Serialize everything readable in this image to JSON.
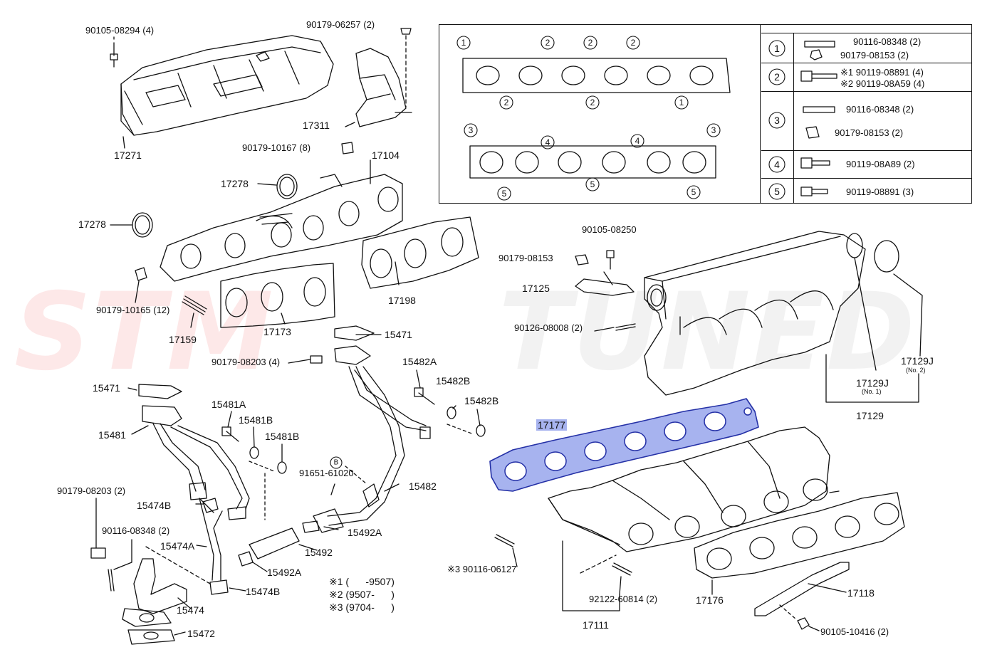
{
  "watermark": {
    "left": "STM",
    "right": "TUNED"
  },
  "highlight_color": "#a7b3ef",
  "accent_colors": {
    "line": "#111111",
    "watermark_red": "#ec5050",
    "watermark_gray": "#969696"
  },
  "key_table": {
    "gaskets_top": {
      "upper_numbers": [
        "1",
        "2",
        "2",
        "2"
      ],
      "lower_numbers": [
        "2",
        "2",
        "1"
      ]
    },
    "gaskets_bottom": {
      "upper_numbers": [
        "3",
        "4",
        "4",
        "3"
      ],
      "lower_numbers": [
        "5",
        "5",
        "5"
      ]
    },
    "rows": [
      {
        "id": "1",
        "lines": [
          "90116-08348 (2)",
          "90179-08153 (2)"
        ]
      },
      {
        "id": "2",
        "lines": [
          "※1 90119-08891 (4)",
          "※2 90119-08A59 (4)"
        ]
      },
      {
        "id": "3",
        "lines": [
          "90116-08348 (2)",
          "90179-08153 (2)"
        ]
      },
      {
        "id": "4",
        "lines": [
          "90119-08A89 (2)"
        ]
      },
      {
        "id": "5",
        "lines": [
          "90119-08891 (3)"
        ]
      }
    ]
  },
  "parts": {
    "p90105_08294": "90105-08294 (4)",
    "p90179_06257": "90179-06257 (2)",
    "p17311": "17311",
    "p17271": "17271",
    "p90179_10167": "90179-10167 (8)",
    "p17104": "17104",
    "p17278a": "17278",
    "p17278b": "17278",
    "p17198": "17198",
    "p90179_10165": "90179-10165 (12)",
    "p17159": "17159",
    "p17173": "17173",
    "p15471a": "15471",
    "p90179_08203a": "90179-08203 (4)",
    "p15482A": "15482A",
    "p15482B1": "15482B",
    "p15482B2": "15482B",
    "p15471b": "15471",
    "p15481A": "15481A",
    "p15481B1": "15481B",
    "p15481B2": "15481B",
    "p15481": "15481",
    "pB": "B",
    "p91651_61020": "91651-61020",
    "p15482": "15482",
    "p90179_08203b": "90179-08203 (2)",
    "p15474B1": "15474B",
    "p15492A1": "15492A",
    "p90116_08348": "90116-08348 (2)",
    "p15474A": "15474A",
    "p15492": "15492",
    "p15492A2": "15492A",
    "p15474B2": "15474B",
    "p15474": "15474",
    "p15472": "15472",
    "p90105_08250": "90105-08250",
    "p90179_08153": "90179-08153",
    "p17125": "17125",
    "p90126_08008": "90126-08008 (2)",
    "p17129J1": "17129J",
    "p17129J1_note": "(No. 1)",
    "p17129J2": "17129J",
    "p17129J2_note": "(No. 2)",
    "p17129": "17129",
    "p17177": "17177",
    "p90116_06127": "※3 90116-06127",
    "p92122_60814": "92122-60814 (2)",
    "p17176": "17176",
    "p17118": "17118",
    "p17111": "17111",
    "p90105_10416": "90105-10416 (2)"
  },
  "footnotes": [
    {
      "mark": "※1",
      "range": "(      -9507)"
    },
    {
      "mark": "※2",
      "range": "(9507-      )"
    },
    {
      "mark": "※3",
      "range": "(9704-      )"
    }
  ]
}
